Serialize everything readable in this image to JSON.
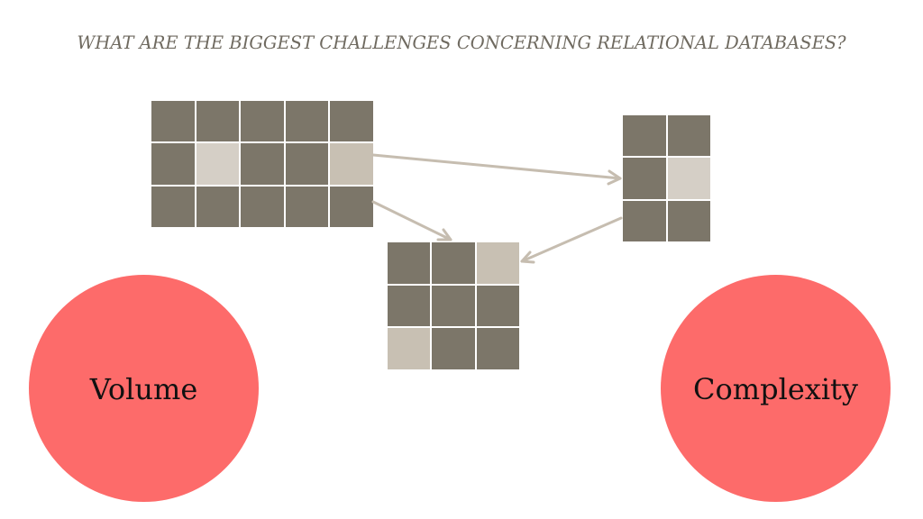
{
  "slide": {
    "title": "WHAT ARE THE BIGGEST CHALLENGES CONCERNING RELATIONAL DATABASES?"
  },
  "circles": {
    "left_label": "Volume",
    "right_label": "Complexity"
  },
  "colors": {
    "title": "#6f6a60",
    "cell_dark": "#7c7669",
    "cell_light": "#d5cfc6",
    "cell_highlight": "#c8c0b3",
    "arrow": "#c6bdb0",
    "circle": "#fd6b6a"
  }
}
